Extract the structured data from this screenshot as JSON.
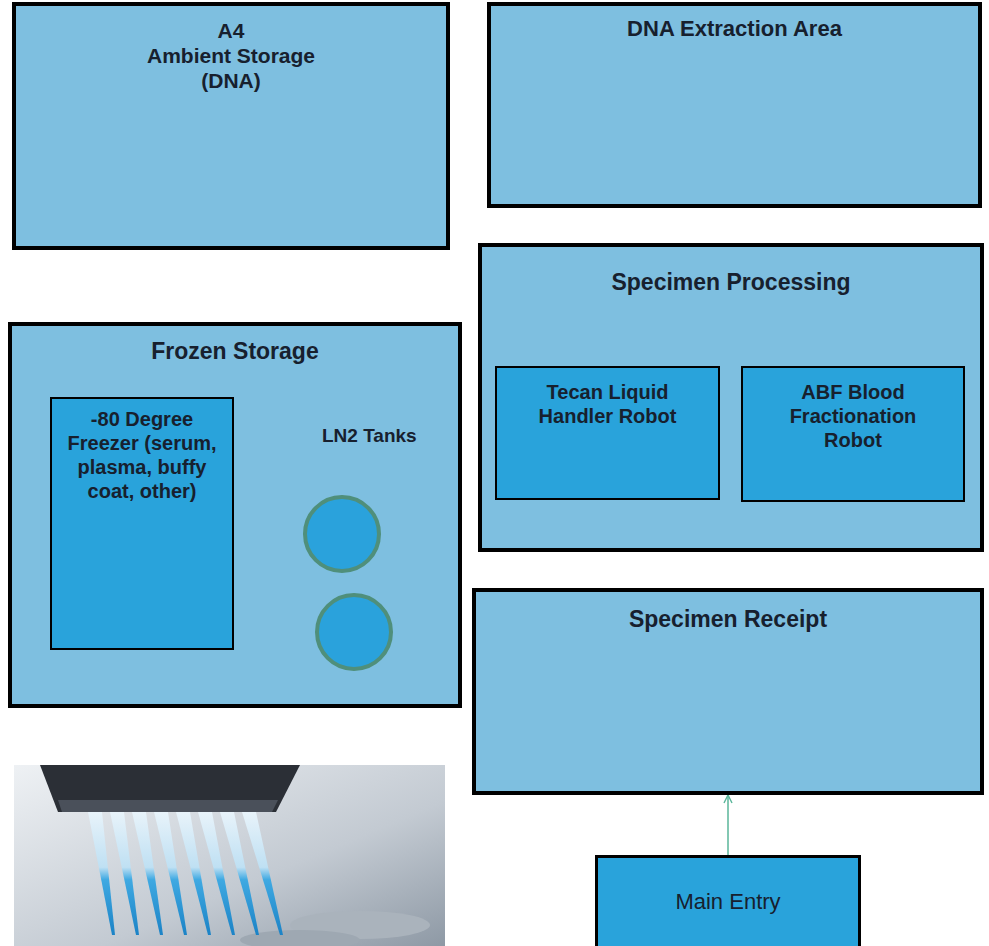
{
  "diagram": {
    "nodes": [
      {
        "text": [
          "A4",
          "Ambient Storage (DNA)"
        ]
      },
      {
        "text": [
          "DNA Extraction Area"
        ]
      },
      {
        "text": [
          "Frozen Storage"
        ]
      },
      {
        "text": [
          "-80 Degree Freezer (serum, plasma, buffy coat, other)"
        ],
        "in": 2
      },
      {
        "text": [
          "Specimen Processing"
        ]
      },
      {
        "text": [
          "Tecan Liquid Handler Robot"
        ],
        "in": 4
      },
      {
        "text": [
          "ABF Blood Fractionation Robot"
        ],
        "in": 4
      },
      {
        "text": [
          "Specimen Receipt"
        ]
      },
      {
        "text": [
          "Main Entry"
        ]
      }
    ],
    "edges": [
      {
        "from": 8,
        "to": 7,
        "arrow": "to"
      }
    ],
    "labels": [
      "LN2 Tanks"
    ]
  }
}
